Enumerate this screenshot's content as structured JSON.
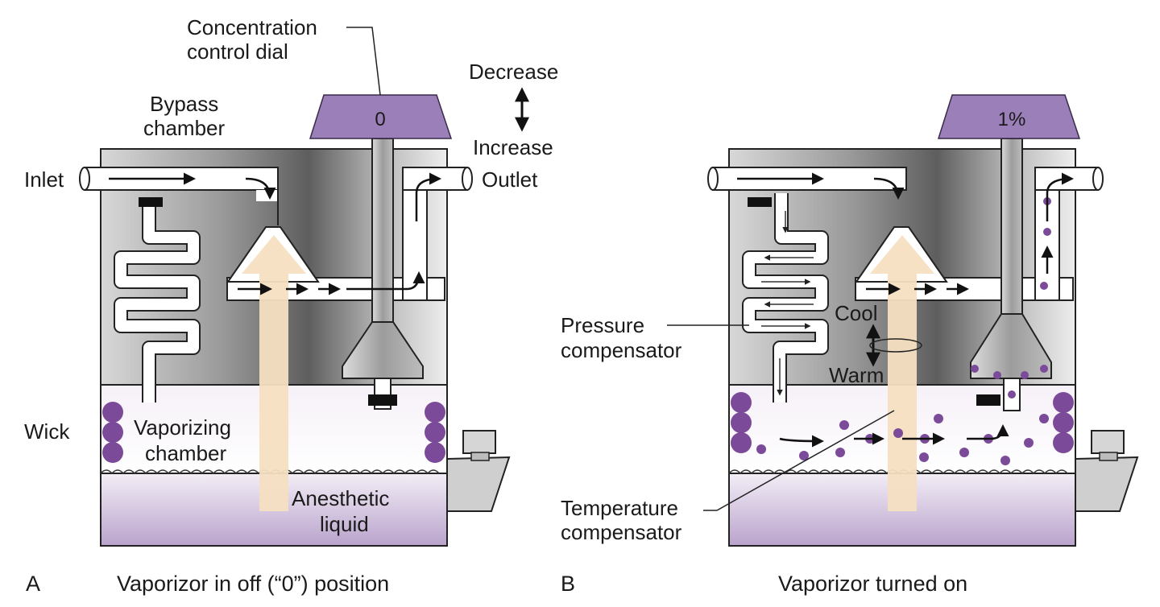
{
  "colors": {
    "dial": "#9b7fb8",
    "droplet": "#7b4b9a",
    "heat_arrow": "#f6dfc2",
    "liquid_top": "#f1ecf5",
    "liquid_bottom": "#b9a3cc",
    "casing": "#9a9a9a"
  },
  "panel_a": {
    "letter": "A",
    "caption": "Vaporizor in off (“0”) position",
    "dial_value": "0",
    "labels": {
      "concentration_line1": "Concentration",
      "concentration_line2": "control dial",
      "decrease": "Decrease",
      "increase": "Increase",
      "bypass_line1": "Bypass",
      "bypass_line2": "chamber",
      "inlet": "Inlet",
      "outlet": "Outlet",
      "wick": "Wick",
      "vaporizing_line1": "Vaporizing",
      "vaporizing_line2": "chamber",
      "anesthetic_line1": "Anesthetic",
      "anesthetic_line2": "liquid"
    }
  },
  "panel_b": {
    "letter": "B",
    "caption": "Vaporizor turned on",
    "dial_value": "1%",
    "labels": {
      "cool": "Cool",
      "warm": "Warm",
      "pressure_line1": "Pressure",
      "pressure_line2": "compensator",
      "temperature_line1": "Temperature",
      "temperature_line2": "compensator"
    }
  }
}
